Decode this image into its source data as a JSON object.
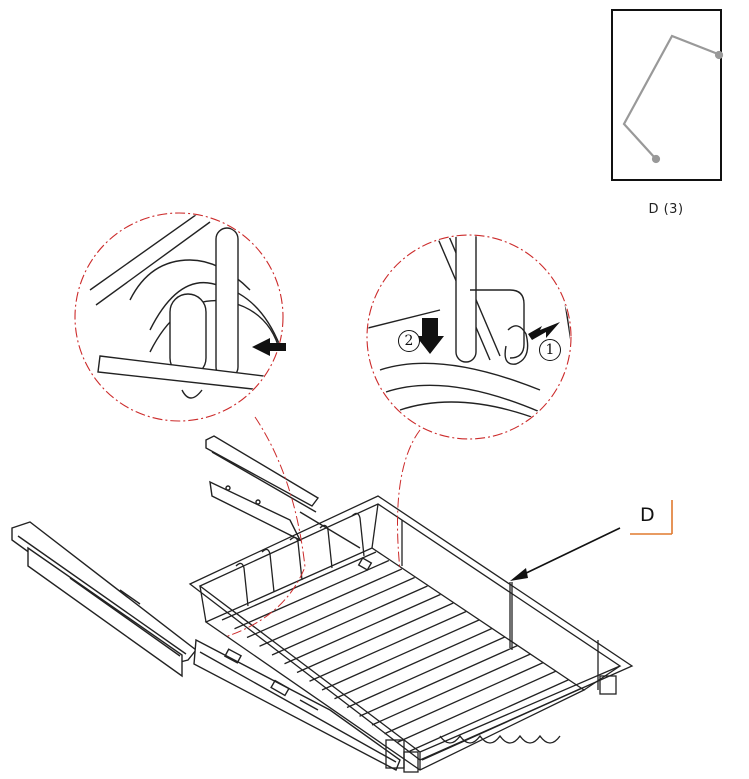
{
  "part": {
    "code": "D (3)"
  },
  "callout": {
    "letter": "D"
  },
  "steps": {
    "one": "1",
    "two": "2"
  },
  "colors": {
    "detail_circle": "#cc2b2b",
    "callout_underline": "#e07a2e",
    "line": "#222222",
    "part_wire": "#999999"
  }
}
